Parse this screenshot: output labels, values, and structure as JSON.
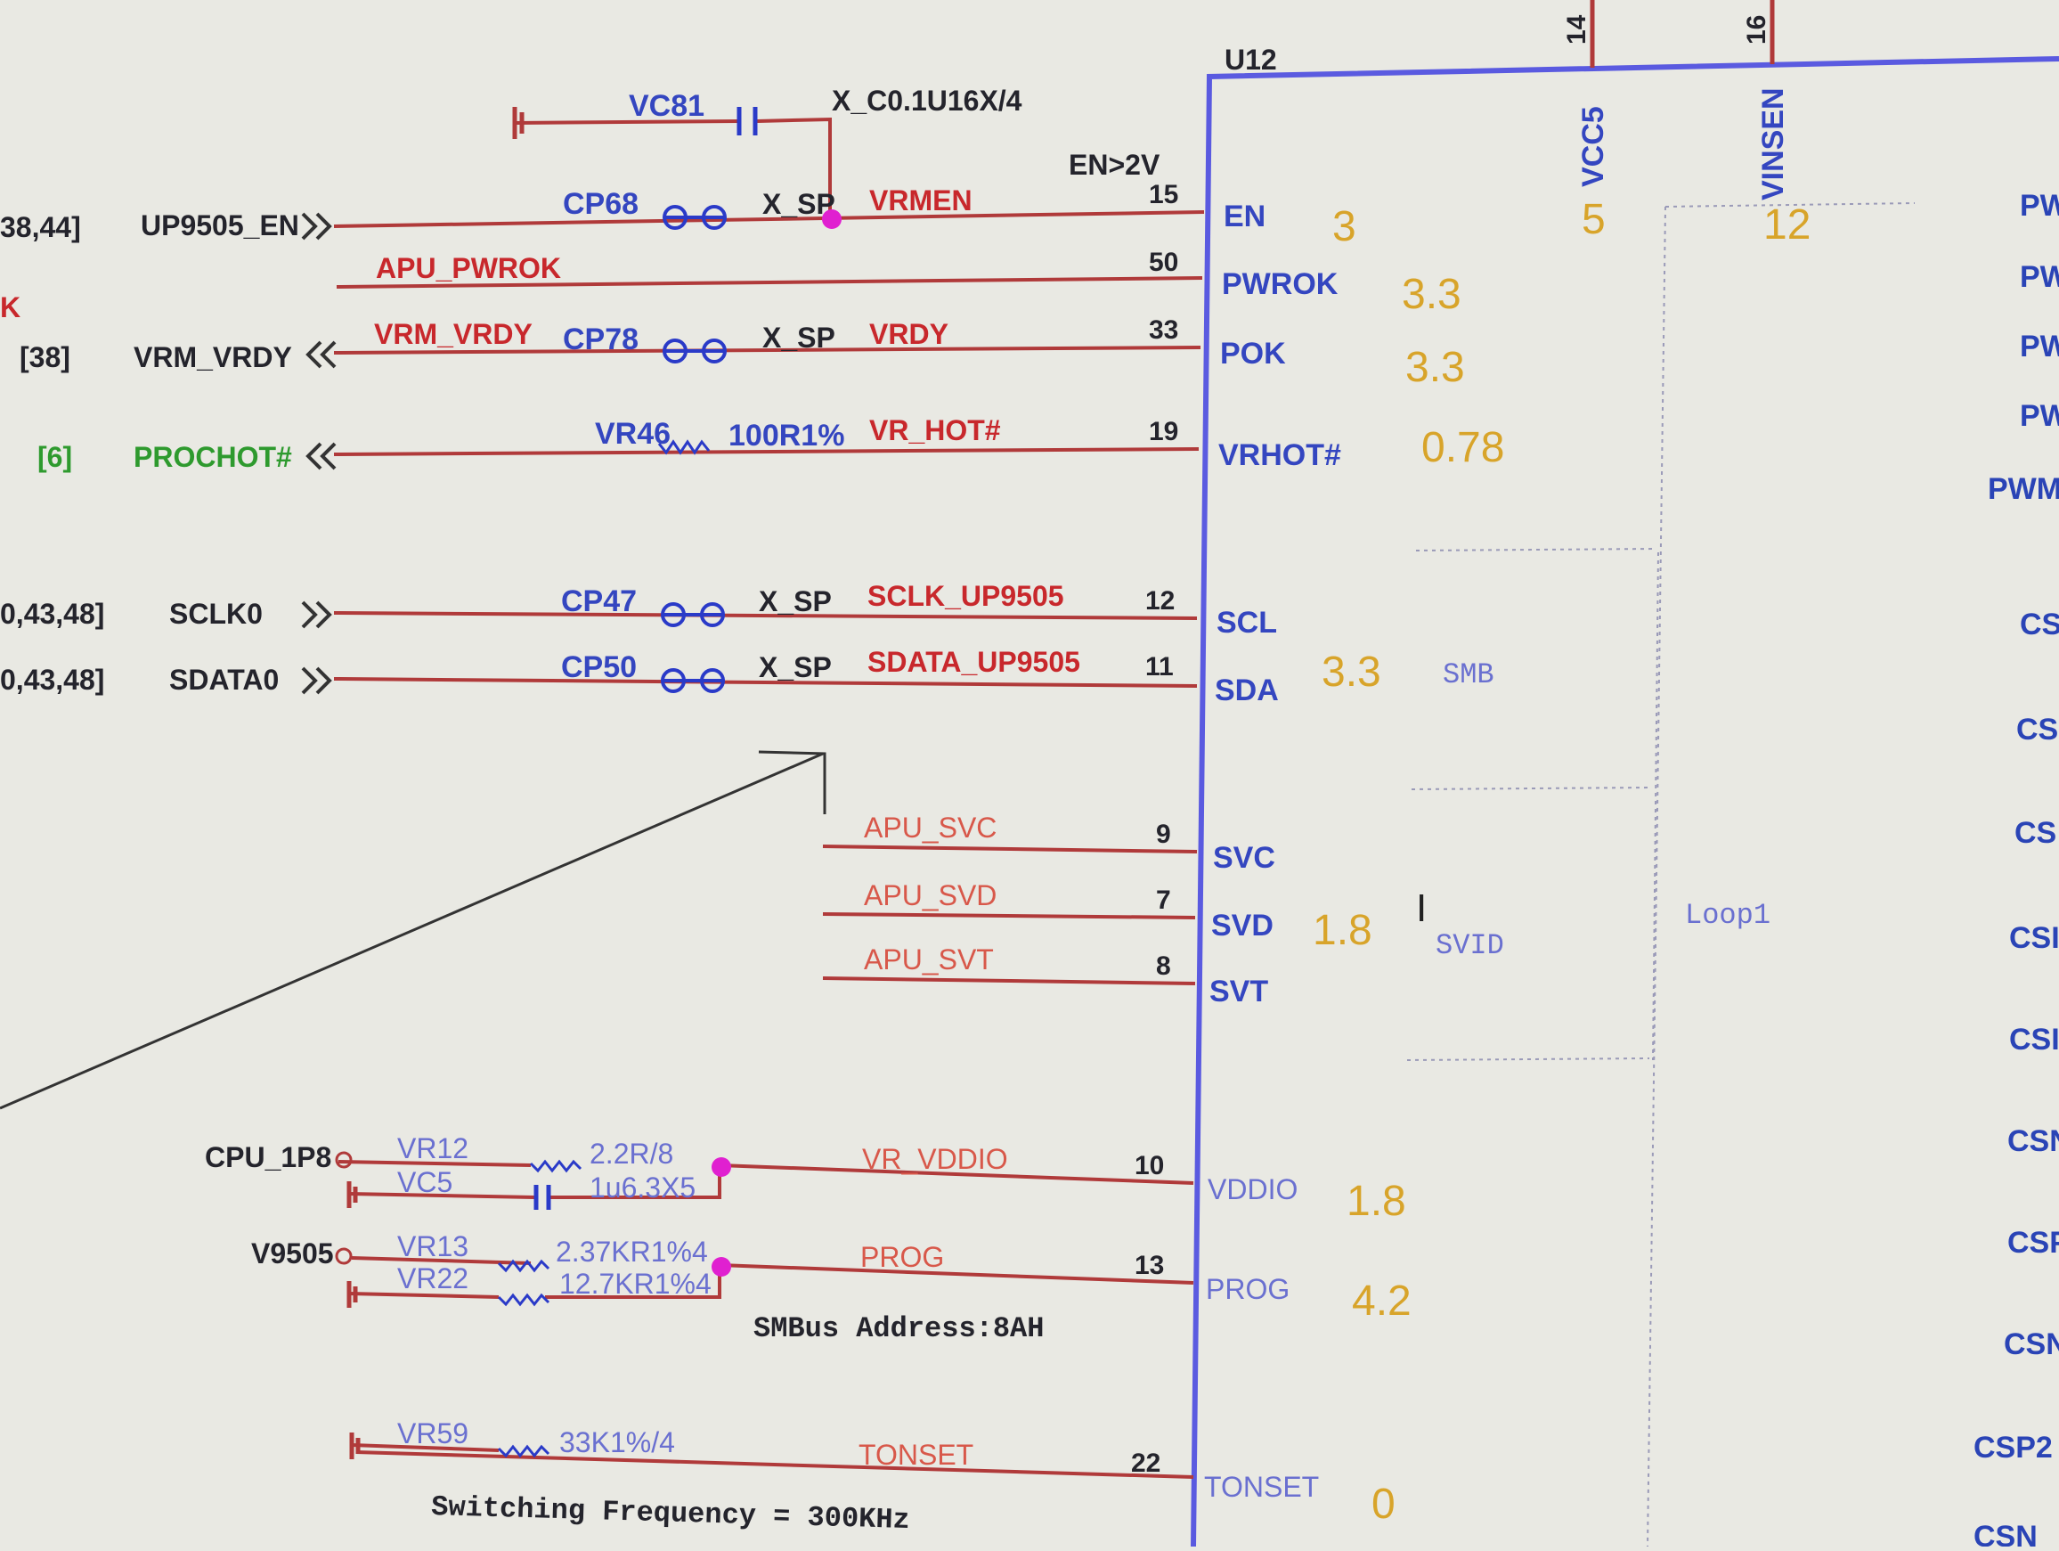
{
  "colors": {
    "background": "#e9e9e3",
    "net_wire": "#b03a3a",
    "ic_outline": "#5a5ae0",
    "voltage_text": "#d8a42a",
    "net_label": "#c8282c",
    "pin_label": "#3446c0",
    "junction": "#e020d0",
    "connector_port": "#2a3ac8"
  },
  "chip": {
    "ref": "U12",
    "top_pins": [
      {
        "num": "14",
        "name": "VCC5",
        "value": "5"
      },
      {
        "num": "16",
        "name": "VINSEN",
        "value": "12"
      }
    ],
    "region_labels": {
      "smb": "SMB",
      "svid": "SVID",
      "loop": "Loop1"
    },
    "right_edge_labels": [
      "PW",
      "PW",
      "PW",
      "PW",
      "PWM",
      "CS",
      "CS",
      "CS",
      "CSI",
      "CSI",
      "CSN",
      "CSP",
      "CSN",
      "CSP2",
      "CSN"
    ]
  },
  "pins": [
    {
      "num": "15",
      "name": "EN",
      "net": "VRMEN",
      "value": "3"
    },
    {
      "num": "50",
      "name": "PWROK",
      "net": "APU_PWROK",
      "value": "3.3"
    },
    {
      "num": "33",
      "name": "POK",
      "net": "VRDY",
      "value": "3.3"
    },
    {
      "num": "19",
      "name": "VRHOT#",
      "net": "VR_HOT#",
      "value": "0.78"
    },
    {
      "num": "12",
      "name": "SCL",
      "net": "SCLK_UP9505",
      "value": ""
    },
    {
      "num": "11",
      "name": "SDA",
      "net": "SDATA_UP9505",
      "value": "3.3"
    },
    {
      "num": "9",
      "name": "SVC",
      "net": "APU_SVC",
      "value": ""
    },
    {
      "num": "7",
      "name": "SVD",
      "net": "APU_SVD",
      "value": "1.8"
    },
    {
      "num": "8",
      "name": "SVT",
      "net": "APU_SVT",
      "value": ""
    },
    {
      "num": "10",
      "name": "VDDIO",
      "net": "VR_VDDIO",
      "value": "1.8"
    },
    {
      "num": "13",
      "name": "PROG",
      "net": "PROG",
      "value": "4.2"
    },
    {
      "num": "22",
      "name": "TONSET",
      "net": "TONSET",
      "value": "0"
    }
  ],
  "left_refs": {
    "en_ref": "38,44]",
    "en_port": "UP9505_EN",
    "pwrok_ref": "K",
    "vrdy_ref": "[38]",
    "vrdy_port": "VRM_VRDY",
    "prochot_ref": "[6]",
    "prochot_port": "PROCHOT#",
    "sclk_ref": "0,43,48]",
    "sclk_port": "SCLK0",
    "sdata_ref": "0,43,48]",
    "sdata_port": "SDATA0",
    "cpu_net": "CPU_1P8",
    "v9505_net": "V9505"
  },
  "components": {
    "vc81_ref": "VC81",
    "vc81_val": "X_C0.1U16X/4",
    "cp68": "CP68",
    "cp68_sp": "X_SP",
    "cp78": "CP78",
    "cp78_sp": "X_SP",
    "vr46_ref": "VR46",
    "vr46_val": "100R1%",
    "cp47": "CP47",
    "cp47_sp": "X_SP",
    "cp50": "CP50",
    "cp50_sp": "X_SP",
    "vr12_ref": "VR12",
    "vr12_val": "2.2R/8",
    "vc5_ref": "VC5",
    "vc5_val": "1u6.3X5",
    "vr13_ref": "VR13",
    "vr13_val": "2.37KR1%4",
    "vr22_ref": "VR22",
    "vr22_val": "12.7KR1%4",
    "vr59_ref": "VR59",
    "vr59_val": "33K1%/4"
  },
  "notes": {
    "en_threshold": "EN>2V",
    "pwrok_net_left": "APU_PWROK",
    "vrm_vrdy_net_left": "VRM_VRDY",
    "smbus_address": "SMBus Address:8AH",
    "switching_frequency": "Switching Frequency = 300KHz"
  }
}
